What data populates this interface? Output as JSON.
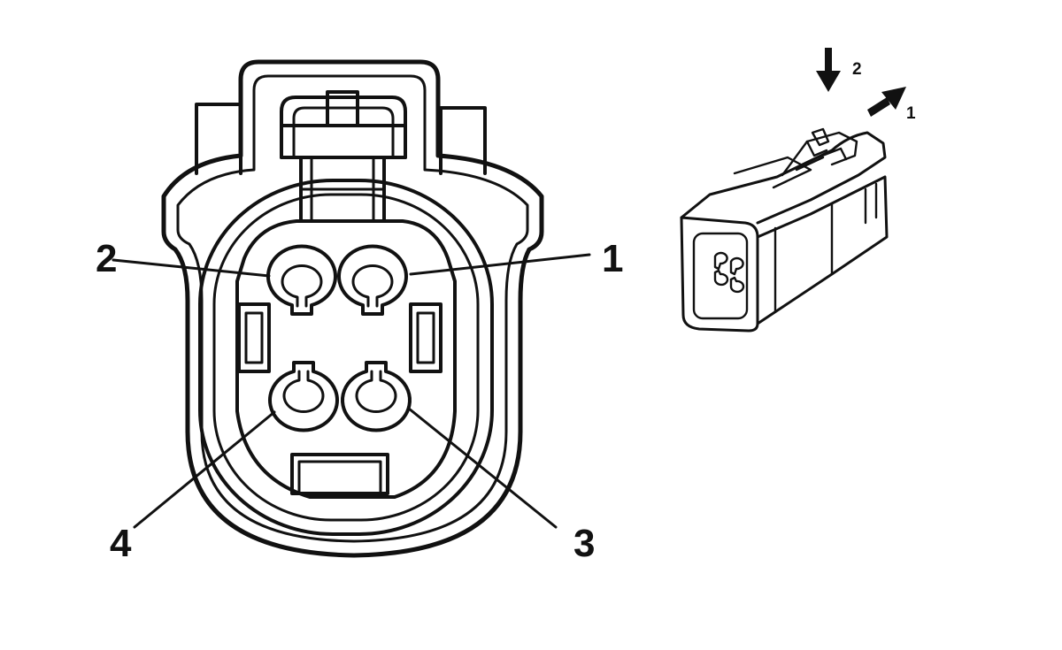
{
  "diagram": {
    "main_connector": {
      "pins": [
        {
          "number": "1"
        },
        {
          "number": "2"
        },
        {
          "number": "3"
        },
        {
          "number": "4"
        }
      ]
    },
    "release_steps": [
      {
        "number": "2",
        "direction": "down"
      },
      {
        "number": "1",
        "direction": "up-right"
      }
    ],
    "colors": {
      "line": "#111111",
      "background": "#ffffff"
    }
  }
}
